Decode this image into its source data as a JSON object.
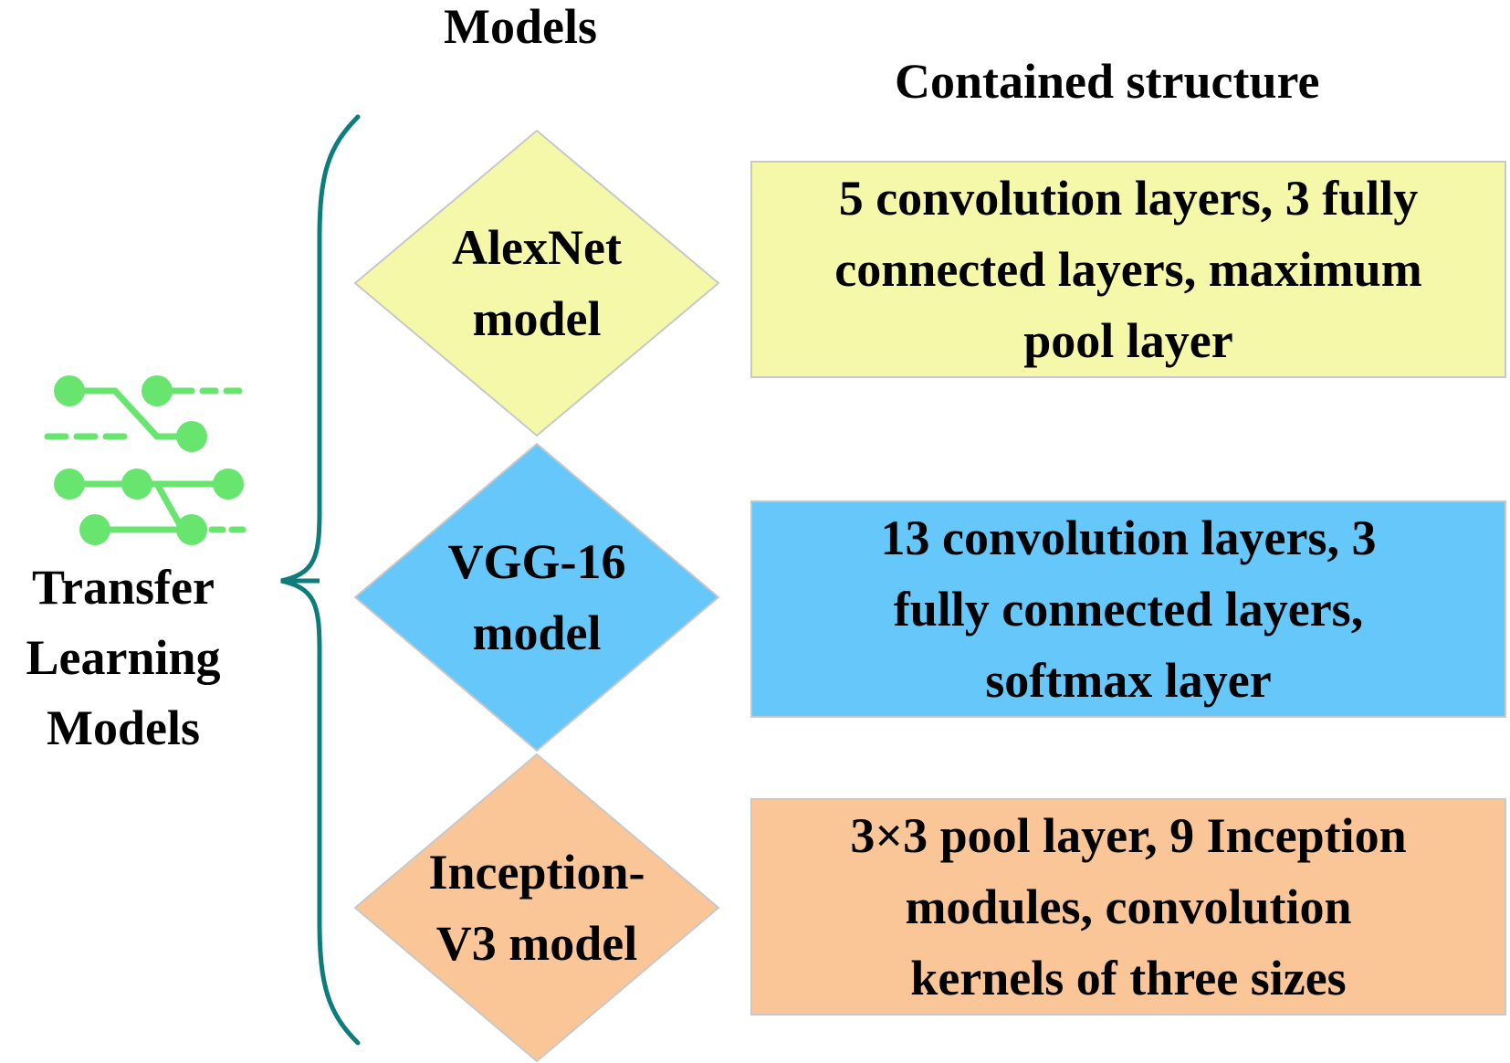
{
  "headers": {
    "models": "Models",
    "structure": "Contained structure"
  },
  "root": {
    "lines": [
      "Transfer",
      "Learning",
      "Models"
    ],
    "icon": "circuit-network-icon"
  },
  "models": [
    {
      "name_lines": [
        "AlexNet",
        "model"
      ],
      "structure_lines": [
        "5 convolution layers, 3 fully",
        "connected layers, maximum",
        "pool layer"
      ],
      "color": "#f5f8a8"
    },
    {
      "name_lines": [
        "VGG-16",
        "model"
      ],
      "structure_lines": [
        "13 convolution layers, 3",
        "fully connected layers,",
        "softmax layer"
      ],
      "color": "#66c7fb"
    },
    {
      "name_lines": [
        "Inception-",
        "V3 model"
      ],
      "structure_lines": [
        "3×3 pool layer, 9 Inception",
        "modules, convolution",
        "kernels of three sizes"
      ],
      "color": "#fbc697"
    }
  ],
  "colors": {
    "brace": "#0c7d7b",
    "icon": "#67e56f",
    "border": "#c8c8c8"
  }
}
